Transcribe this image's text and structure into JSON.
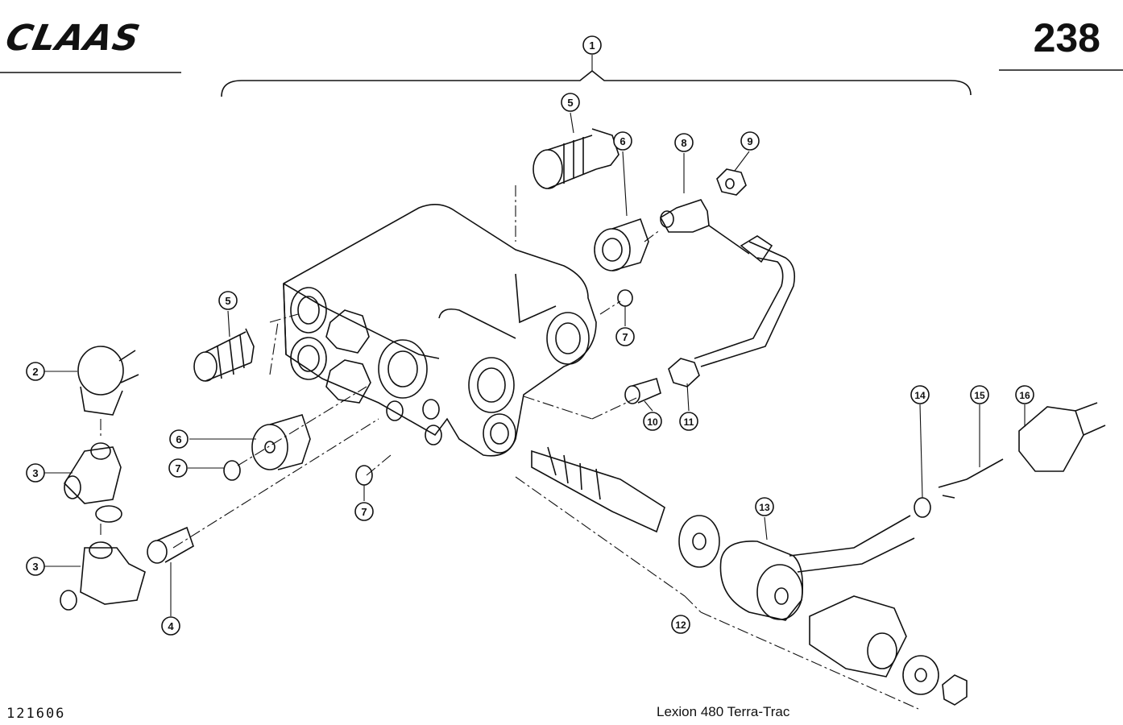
{
  "header": {
    "brand": "CLAAS",
    "page_number": "238"
  },
  "footer": {
    "document_number": "121606",
    "model": "Lexion 480 Terra-Trac"
  },
  "callouts": [
    {
      "id": "c1",
      "label": "1"
    },
    {
      "id": "c2",
      "label": "2"
    },
    {
      "id": "c3a",
      "label": "3"
    },
    {
      "id": "c3b",
      "label": "3"
    },
    {
      "id": "c4",
      "label": "4"
    },
    {
      "id": "c5a",
      "label": "5"
    },
    {
      "id": "c5b",
      "label": "5"
    },
    {
      "id": "c6a",
      "label": "6"
    },
    {
      "id": "c6b",
      "label": "6"
    },
    {
      "id": "c7a",
      "label": "7"
    },
    {
      "id": "c7b",
      "label": "7"
    },
    {
      "id": "c7c",
      "label": "7"
    },
    {
      "id": "c8",
      "label": "8"
    },
    {
      "id": "c9",
      "label": "9"
    },
    {
      "id": "c10",
      "label": "10"
    },
    {
      "id": "c11",
      "label": "11"
    },
    {
      "id": "c12",
      "label": "12"
    },
    {
      "id": "c13",
      "label": "13"
    },
    {
      "id": "c14",
      "label": "14"
    },
    {
      "id": "c15",
      "label": "15"
    },
    {
      "id": "c16",
      "label": "16"
    }
  ]
}
